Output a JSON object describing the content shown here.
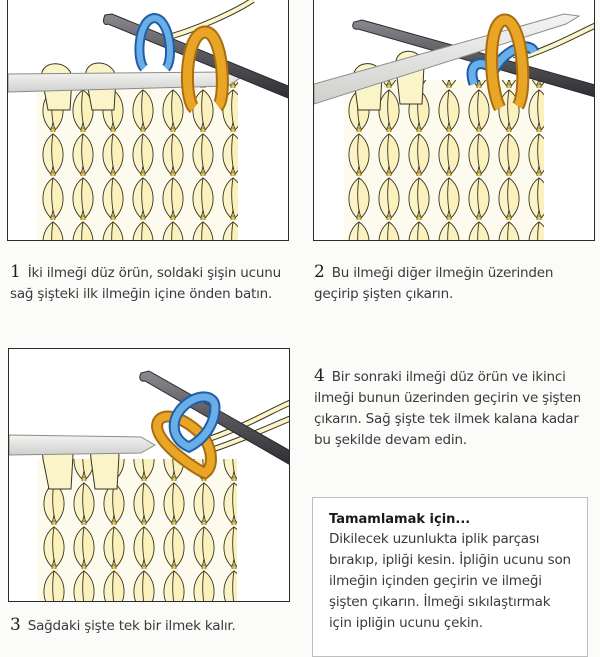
{
  "colors": {
    "yarn": "#fbf4c8",
    "yarn_outline": "#3a3420",
    "strand_gap": "#e9c74a",
    "needle_left": "#e3e3e1",
    "needle_right": "#5a5a5e",
    "loop_blue": "#4a8fd6",
    "loop_orange": "#e4a020",
    "frame": "#2a2a2a"
  },
  "steps": [
    {
      "number": "1",
      "text": "İki ilmeği düz örün, soldaki şişin ucunu sağ şişteki ilk ilmeğin içine önden batın.",
      "illustration": "knitting-step-1"
    },
    {
      "number": "2",
      "text": "Bu ilmeği diğer ilmeğin üzerinden geçirip şişten çıkarın.",
      "illustration": "knitting-step-2"
    },
    {
      "number": "3",
      "text": "Sağdaki şişte tek bir ilmek kalır.",
      "illustration": "knitting-step-3"
    },
    {
      "number": "4",
      "text": "Bir sonraki ilmeği düz örün ve ikinci ilmeği bunun üzerinden geçirin ve şişten çıkarın. Sağ şişte tek ilmek kalana kadar bu şekilde devam edin."
    }
  ],
  "finishing_box": {
    "title": "Tamamlamak için...",
    "text": "Dikilecek uzunlukta iplik parçası bırakıp, ipliği kesin. İpliğin ucunu son ilmeğin içinden geçirin ve ilmeği şişten çıkarın. İlmeği sıkılaştırmak için ipliğin ucunu çekin."
  }
}
